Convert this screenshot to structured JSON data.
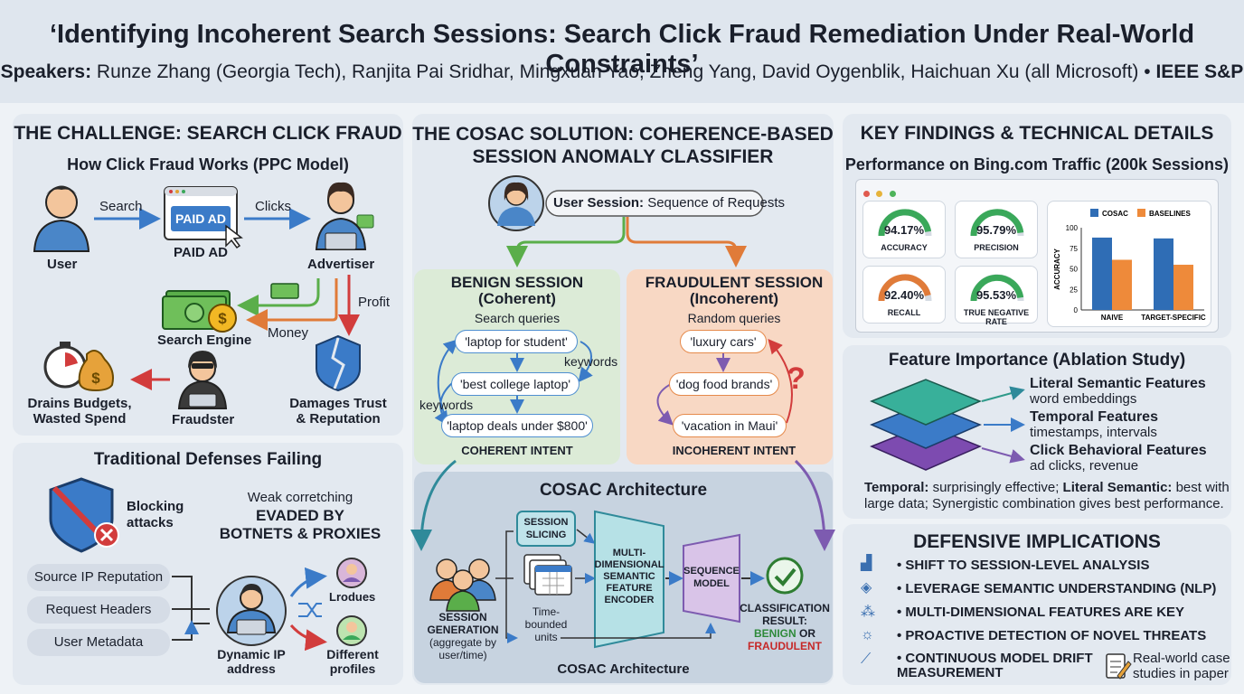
{
  "header": {
    "title": "‘Identifying Incoherent Search Sessions: Search Click Fraud Remediation Under Real-World Constraints’",
    "speakers_label": "Speakers:",
    "speakers": " Runze Zhang (Georgia Tech), Ranjita Pai Sridhar, Mingxuan Yao, Zheng Yang, David Oygenblik, Haichuan Xu (all Microsoft) •",
    "venue": " IEEE S&P"
  },
  "challenge": {
    "title": "THE CHALLENGE: SEARCH CLICK FRAUD",
    "subtitle": "How Click Fraud Works (PPC Model)",
    "search_label": "Search",
    "clicks_label": "Clicks",
    "paid_ad_badge": "PAID AD",
    "user": "User",
    "paid_ad": "PAID AD",
    "advertiser": "Advertiser",
    "profit": "Profit",
    "search_engine": "Search Engine",
    "money": "Money",
    "drains": "Drains Budgets,",
    "wasted": "Wasted Spend",
    "fraudster": "Fraudster",
    "damages": "Damages Trust",
    "reputation": "& Reputation"
  },
  "defenses": {
    "title": "Traditional Defenses Failing",
    "blocking1": "Blocking",
    "blocking2": "attacks",
    "weak": "Weak corretching",
    "evaded1": "EVADED BY",
    "evaded2": "BOTNETS & PROXIES",
    "items": [
      "Source IP Reputation",
      "Request Headers",
      "User Metadata"
    ],
    "dynamic1": "Dynamic IP",
    "dynamic2": "address",
    "lrodues": "Lrodues",
    "different1": "Different",
    "different2": "profiles"
  },
  "solution": {
    "title1": "THE COSAC SOLUTION: COHERENCE-BASED",
    "title2": "SESSION ANOMALY CLASSIFIER",
    "session_bold": "User Session:",
    "session_rest": " Sequence of Requests",
    "benign": {
      "title": "BENIGN SESSION",
      "sub": "(Coherent)",
      "desc": "Search queries",
      "queries": [
        "'laptop for student'",
        "'best college laptop'",
        "'laptop deals under $800'"
      ],
      "kw1": "keywords",
      "kw2": "keywords",
      "intent": "COHERENT INTENT"
    },
    "fraud": {
      "title": "FRAUDULENT SESSION",
      "sub": "(Incoherent)",
      "desc": "Random queries",
      "queries": [
        "'luxury cars'",
        "'dog food brands'",
        "'vacation in Maui'"
      ],
      "qmark": "?",
      "intent": "INCOHERENT INTENT"
    },
    "arch": {
      "title": "COSAC Architecture",
      "slicing1": "SESSION",
      "slicing2": "SLICING",
      "encoder": [
        "MULTI-",
        "DIMENSIONAL",
        "SEMANTIC",
        "FEATURE",
        "ENCODER"
      ],
      "seq1": "SEQUENCE",
      "seq2": "MODEL",
      "gen1": "SESSION",
      "gen2": "GENERATION",
      "gen3": "(aggregate by",
      "gen4": "user/time)",
      "time1": "Time-",
      "time2": "bounded",
      "time3": "units",
      "res1": "CLASSIFICATION",
      "res2": "RESULT:",
      "res_benign": "BENIGN",
      "res_or": " OR",
      "res_fraud": "FRAUDULENT",
      "footer": "COSAC Architecture"
    }
  },
  "findings": {
    "title": "KEY FINDINGS & TECHNICAL DETAILS",
    "perf_title": "Performance on Bing.com Traffic (200k Sessions)",
    "gauges": [
      {
        "value": "94.17%",
        "label": "ACCURACY",
        "pct": 94.17,
        "color": "#3aa85a"
      },
      {
        "value": "95.79%",
        "label": "PRECISION",
        "pct": 95.79,
        "color": "#3aa85a"
      },
      {
        "value": "92.40%",
        "label": "RECALL",
        "pct": 92.4,
        "color": "#e07b39"
      },
      {
        "value": "95.53%",
        "label": "TRUE NEGATIVE RATE",
        "pct": 95.53,
        "color": "#3aa85a"
      }
    ]
  },
  "chart_data": {
    "type": "bar",
    "categories": [
      "NAIVE",
      "TARGET-SPECIFIC"
    ],
    "series": [
      {
        "name": "COSAC",
        "values": [
          88,
          87
        ],
        "color": "#2f6db5"
      },
      {
        "name": "BASELINES",
        "values": [
          61,
          55
        ],
        "color": "#ee8a3a"
      }
    ],
    "ylabel": "ACCURACY",
    "ylim": [
      0,
      100
    ],
    "yticks": [
      0,
      25,
      50,
      75,
      100
    ],
    "legend": "top"
  },
  "importance": {
    "title": "Feature Importance (Ablation Study)",
    "f1": "Literal Semantic Features",
    "f1d": "word embeddings",
    "f2": "Temporal Features",
    "f2d": "timestamps, intervals",
    "f3": "Click Behavioral Features",
    "f3d": "ad clicks, revenue",
    "note_t": "Temporal:",
    "note_1": " surprisingly effective; ",
    "note_ls": "Literal Semantic:",
    "note_2": " best with",
    "note_3": "large data; Synergistic combination gives best performance."
  },
  "implications": {
    "title": "DEFENSIVE IMPLICATIONS",
    "items": [
      "• SHIFT TO SESSION-LEVEL ANALYSIS",
      "• LEVERAGE SEMANTIC UNDERSTANDING (NLP)",
      "• MULTI-DIMENSIONAL FEATURES ARE KEY",
      "• PROACTIVE DETECTION OF NOVEL THREATS",
      "• CONTINUOUS MODEL DRIFT",
      "MEASUREMENT"
    ],
    "case1": "Real-world case",
    "case2": "studies in paper"
  }
}
